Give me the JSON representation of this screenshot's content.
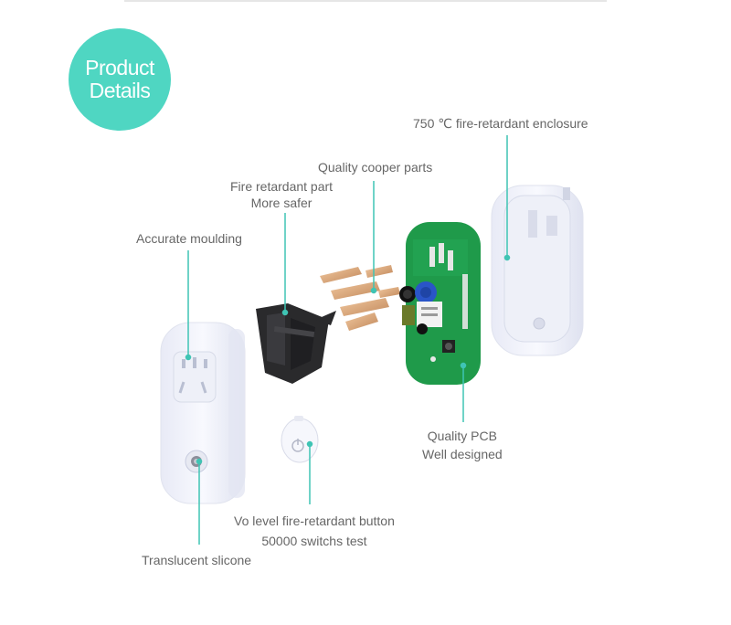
{
  "badge": {
    "line1": "Product",
    "line2": "Details",
    "color": "#4fd6c2"
  },
  "labels": {
    "enclosure": "750 ℃  fire-retardant enclosure",
    "copper": "Quality cooper parts",
    "fire_part_line1": "Fire retardant part",
    "fire_part_line2": "More safer",
    "moulding": "Accurate moulding",
    "pcb_line1": "Quality PCB",
    "pcb_line2": "Well designed",
    "button_line1": "Vo level fire-retardant button",
    "button_line2": "50000 switchs test",
    "silicone": "Translucent slicone"
  },
  "colors": {
    "accent": "#3fc4b4",
    "pcb": "#1f9a4a",
    "housing": "#f4f5fb",
    "bracket": "#2b2b2b",
    "copper": "#d8a070"
  }
}
